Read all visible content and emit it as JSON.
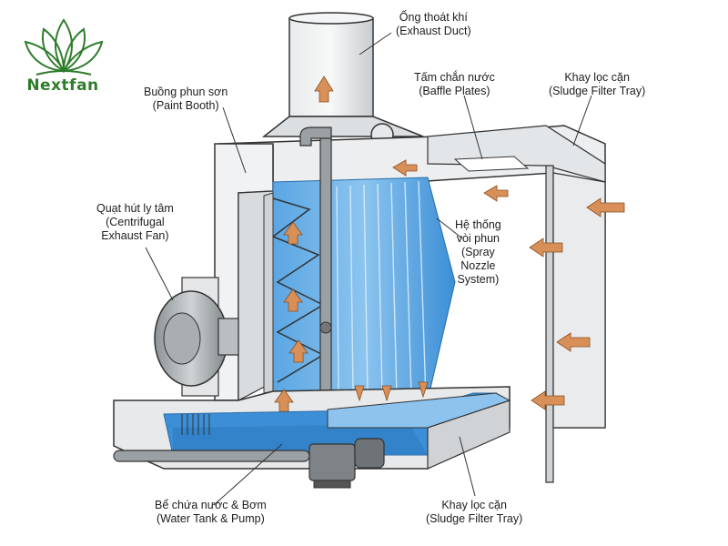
{
  "brand": {
    "name": "Nextfan",
    "color": "#2f7d2c",
    "icon": "lotus-logo-icon"
  },
  "colors": {
    "water": "#3c8fd6",
    "water_light": "#8ec3ee",
    "arrow": "#d99058",
    "metal": "#cfd3d6",
    "outline": "#333333"
  },
  "labels": {
    "exhaust_duct": {
      "vi": "Ống thoát khí",
      "en": "(Exhaust Duct)"
    },
    "paint_booth": {
      "vi": "Buồng phun sơn",
      "en": "(Paint Booth)"
    },
    "baffle_plates": {
      "vi": "Tấm chắn nước",
      "en": "(Baffle Plates)"
    },
    "sludge_tray_top": {
      "vi": "Khay lọc cặn",
      "en": "(Sludge Filter Tray)"
    },
    "centrifugal_fan": {
      "vi": "Quạt hút ly tâm",
      "en1": "(Centrifugal",
      "en2": "Exhaust Fan)"
    },
    "spray_nozzle": {
      "vi1": "Hệ thống",
      "vi2": "vòi phun",
      "en1": "(Spray",
      "en2": "Nozzle",
      "en3": "System)"
    },
    "water_tank": {
      "vi": "Bể chứa nước & Bơm",
      "en": "(Water Tank & Pump)"
    },
    "sludge_tray_bottom": {
      "vi": "Khay lọc cặn",
      "en": "(Sludge Filter Tray)"
    }
  }
}
